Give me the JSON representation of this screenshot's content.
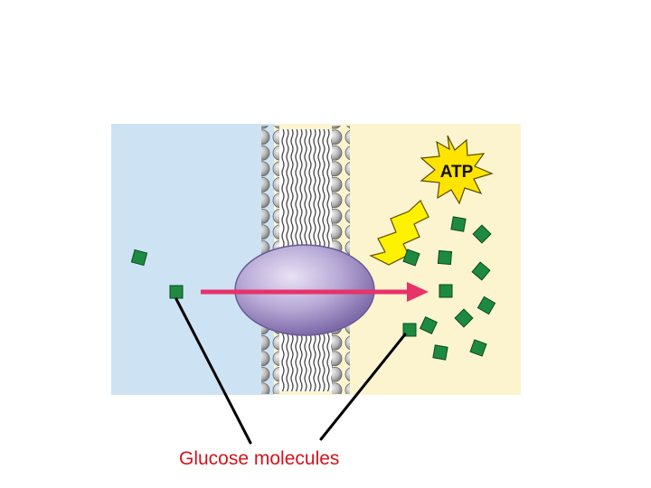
{
  "diagram": {
    "atp_label": "ATP",
    "caption": "Glucose molecules",
    "colors": {
      "outside_cell": "#cde3f4",
      "inside_cell": "#fbf4cf",
      "glucose": "#1d8a40",
      "arrow": "#e8326a",
      "carrier_protein": "#b7a9d6",
      "atp_burst": "#ffe400",
      "caption_text": "#d3131b"
    },
    "icons": [
      "atp-burst-icon",
      "energy-lightning-icon",
      "carrier-protein",
      "transport-arrow"
    ]
  }
}
